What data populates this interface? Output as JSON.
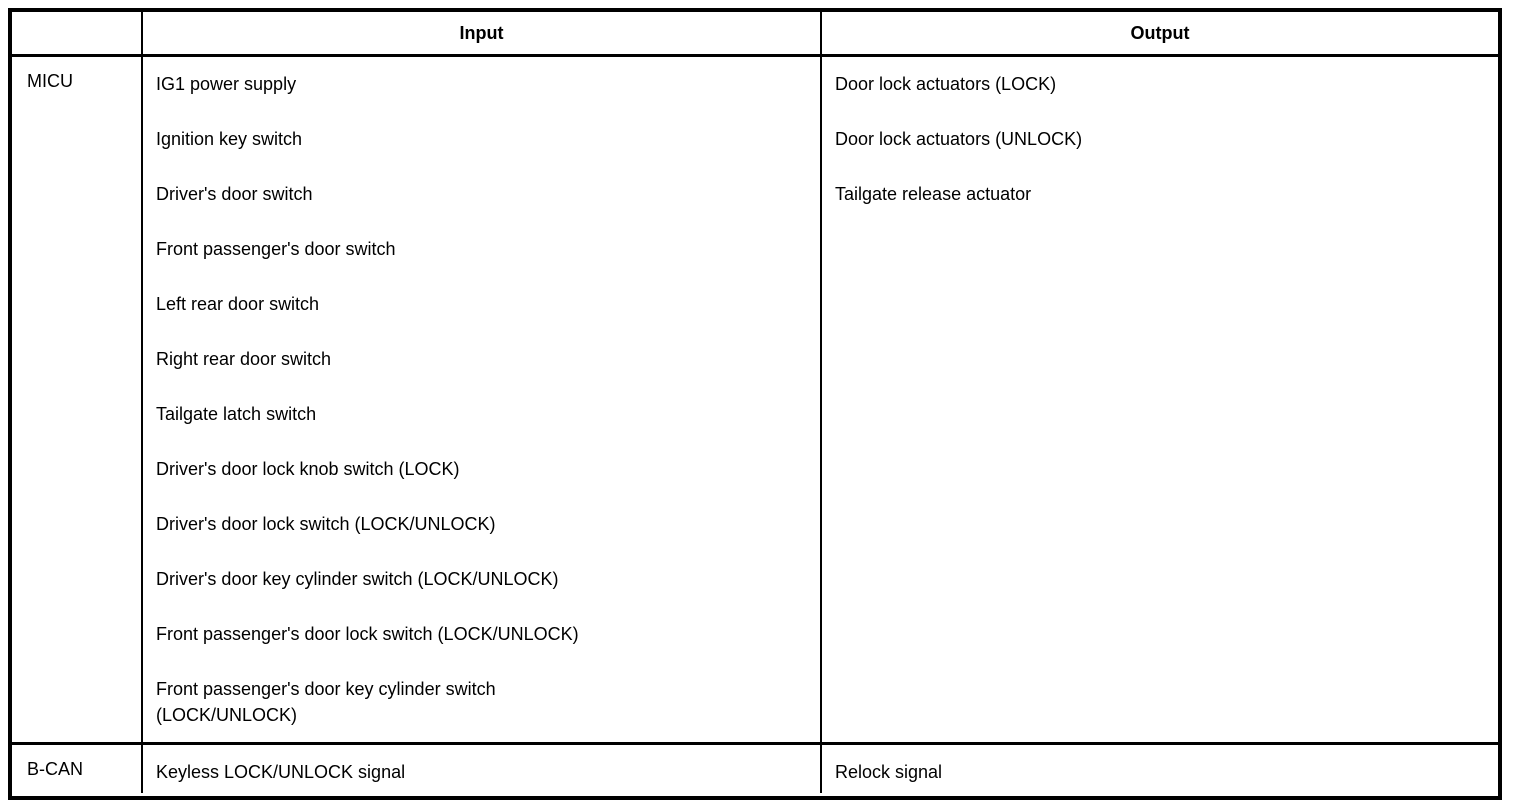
{
  "colors": {
    "border": "#000000",
    "text": "#000000",
    "background": "#ffffff"
  },
  "table": {
    "header": {
      "unit": "",
      "input": "Input",
      "output": "Output"
    },
    "rows": [
      {
        "label": "MICU",
        "inputs": [
          "IG1 power supply",
          "Ignition key switch",
          "Driver's door switch",
          "Front passenger's door switch",
          "Left rear door switch",
          "Right rear door switch",
          "Tailgate latch switch",
          "Driver's door lock knob switch (LOCK)",
          "Driver's door lock switch (LOCK/UNLOCK)",
          "Driver's door key cylinder switch (LOCK/UNLOCK)",
          "Front passenger's door lock switch (LOCK/UNLOCK)",
          "Front passenger's door key cylinder switch\n(LOCK/UNLOCK)"
        ],
        "outputs": [
          "Door lock actuators (LOCK)",
          "Door lock actuators (UNLOCK)",
          "Tailgate release actuator"
        ]
      },
      {
        "label": "B-CAN",
        "inputs": [
          "Keyless LOCK/UNLOCK signal"
        ],
        "outputs": [
          "Relock signal"
        ]
      }
    ]
  }
}
